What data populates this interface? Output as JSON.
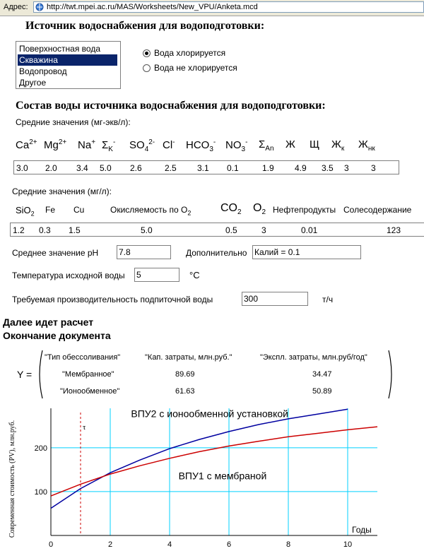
{
  "browser": {
    "address_label": "Адрес:",
    "url": "http://twt.mpei.ac.ru/MAS/Worksheets/New_VPU/Anketa.mcd"
  },
  "source": {
    "heading": "Источник водоснабжения для водоподготовки:",
    "options": [
      "Поверхностная вода",
      "Скважина",
      "Водопровод",
      "Другое"
    ],
    "selected_index": 1,
    "chlorination": [
      {
        "label": "Вода хлорируется",
        "checked": true
      },
      {
        "label": "Вода не хлорируется",
        "checked": false
      }
    ]
  },
  "composition": {
    "heading": "Состав воды источника водоснабжения для водоподготовки:",
    "avg_mgeq_label": "Средние значения (мг-экв/л):",
    "ions1_values": [
      "3.0",
      "2.0",
      "3.4",
      "5.0",
      "2.6",
      "2.5",
      "3.1",
      "0.1",
      "1.9",
      "4.9",
      "3.5",
      "3",
      "3"
    ],
    "avg_mgl_label": "Средние значения (мг/л):",
    "ions2_labels": {
      "sio2": "SiO",
      "fe": "Fe",
      "cu": "Cu",
      "oxid": "Окисляемость по O",
      "co2": "CO",
      "o2": "O",
      "oil": "Нефтепродукты",
      "salt": "Солесодержание"
    },
    "ions2_values": [
      "1.2",
      "0.3",
      "1.5",
      "5.0",
      "0.5",
      "3",
      "0.01",
      "123"
    ],
    "ph_label": "Среднее значение pH",
    "ph_value": "7.8",
    "extra_label": "Дополнительно",
    "extra_value": "Калий = 0.1",
    "temp_label": "Температура исходной воды",
    "temp_value": "5",
    "temp_unit": "°C",
    "capacity_label": "Требуемая производительность подпиточной воды",
    "capacity_value": "300",
    "capacity_unit": "т/ч"
  },
  "notes": {
    "line1": "Далее идет расчет",
    "line2": "Окончание документа"
  },
  "matrix": {
    "var": "Y =",
    "headers": [
      "\"Тип обессоливания\"",
      "\"Кап. затраты, млн.руб.\"",
      "\"Экспл. затраты, млн.руб/год\""
    ],
    "rows": [
      [
        "\"Мембранное\"",
        "89.69",
        "34.47"
      ],
      [
        "\"Ионообменное\"",
        "61.63",
        "50.89"
      ]
    ]
  },
  "chart_data": {
    "type": "line",
    "ylabel": "Современная стоимость (PV), млн.руб.",
    "xlabel": "Годы",
    "xlim": [
      0,
      11
    ],
    "ylim": [
      0,
      290
    ],
    "xticks": [
      0,
      2,
      4,
      6,
      8,
      10
    ],
    "yticks": [
      100,
      200
    ],
    "grid": true,
    "marker": {
      "label": "τ",
      "x": 1
    },
    "series": [
      {
        "name": "ВПУ2 с ионообменной установкой",
        "color": "#0000a0",
        "x": [
          0,
          1,
          2,
          3,
          4,
          5,
          6,
          7,
          8,
          9,
          10
        ],
        "y": [
          62,
          107,
          143,
          172,
          198,
          219,
          237,
          253,
          266,
          277,
          288
        ]
      },
      {
        "name": "ВПУ1 с мембраной",
        "color": "#cc0000",
        "x": [
          0,
          1,
          2,
          3,
          4,
          5,
          6,
          7,
          8,
          9,
          10,
          11
        ],
        "y": [
          90,
          117,
          140,
          159,
          176,
          191,
          204,
          215,
          225,
          233,
          241,
          248
        ]
      }
    ]
  },
  "colors": {
    "selection": "#0a246a",
    "grid": "#00d0ff",
    "marker": "#cc0000"
  }
}
